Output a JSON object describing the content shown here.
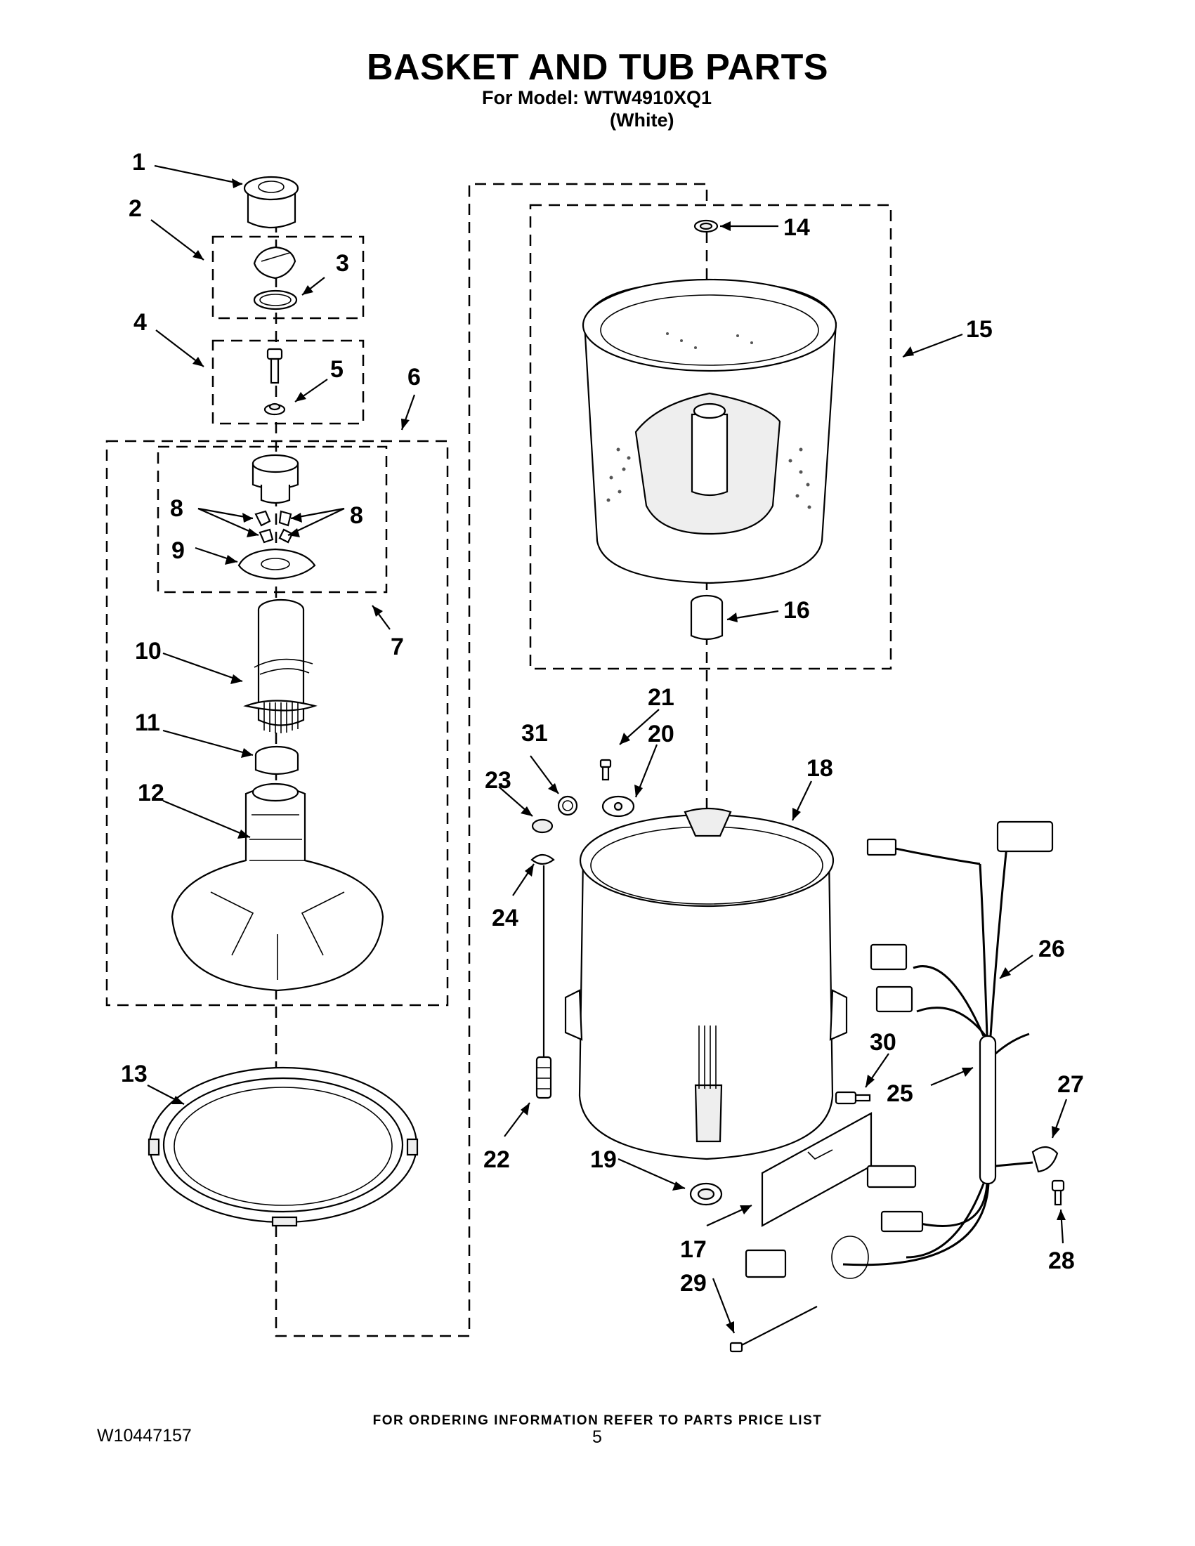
{
  "header": {
    "title": "BASKET AND TUB PARTS",
    "model_line": "For Model: WTW4910XQ1",
    "color_line": "(White)"
  },
  "footer": {
    "ordering_note": "FOR ORDERING INFORMATION REFER TO PARTS PRICE LIST",
    "document_number": "W10447157",
    "page_number": "5"
  },
  "callouts": {
    "p1": "1",
    "p2": "2",
    "p3": "3",
    "p4": "4",
    "p5": "5",
    "p6": "6",
    "p7": "7",
    "p8a": "8",
    "p8b": "8",
    "p9": "9",
    "p10": "10",
    "p11": "11",
    "p12": "12",
    "p13": "13",
    "p14": "14",
    "p15": "15",
    "p16": "16",
    "p17": "17",
    "p18": "18",
    "p19": "19",
    "p20": "20",
    "p21": "21",
    "p22": "22",
    "p23": "23",
    "p24": "24",
    "p25": "25",
    "p26": "26",
    "p27": "27",
    "p28": "28",
    "p29": "29",
    "p30": "30",
    "p31": "31"
  }
}
